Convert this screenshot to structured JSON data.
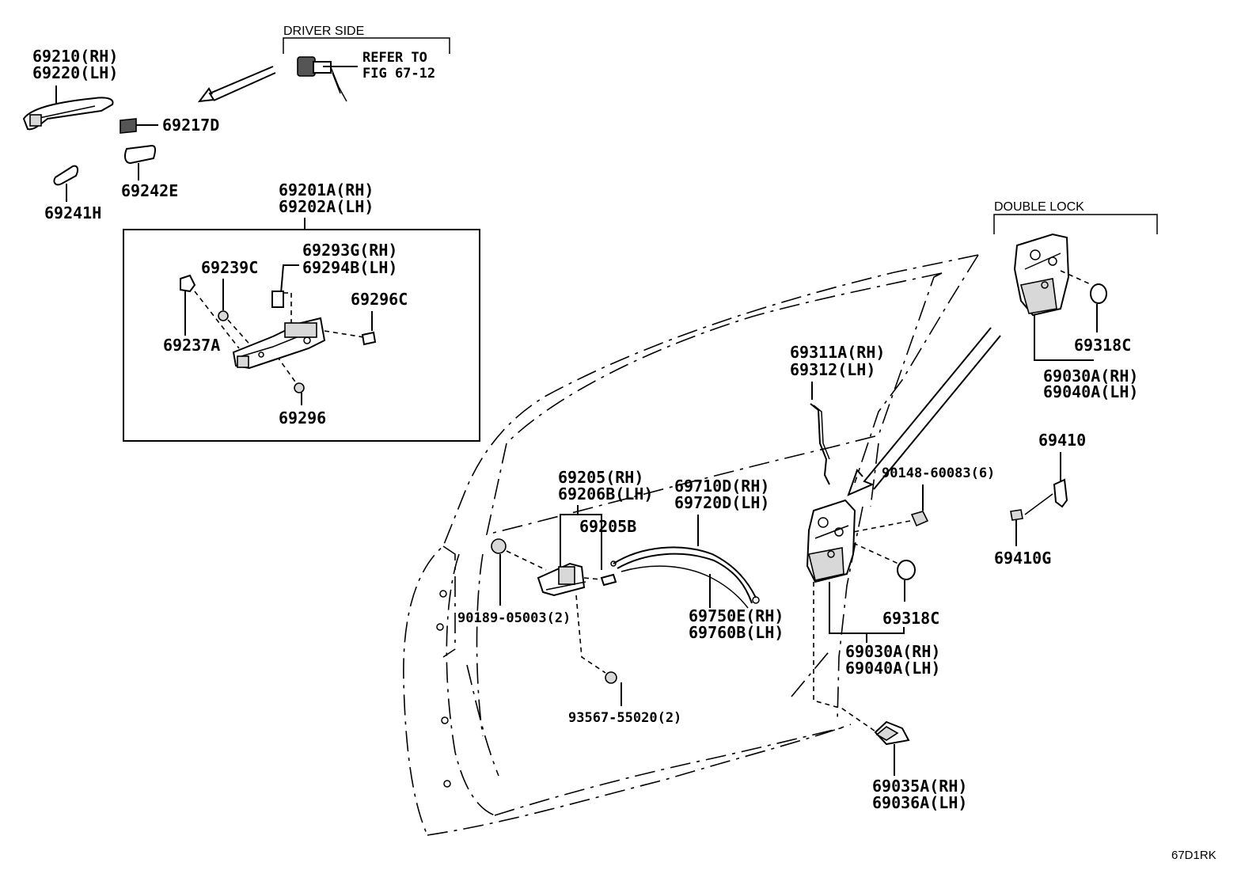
{
  "headers": {
    "driver_side": "DRIVER SIDE",
    "double_lock": "DOUBLE LOCK"
  },
  "refer": {
    "line1": "REFER TO",
    "line2": "FIG 67-12"
  },
  "labels": {
    "p69210": "69210(RH)",
    "p69220": "69220(LH)",
    "p69217D": "69217D",
    "p69242E": "69242E",
    "p69241H": "69241H",
    "p69201A": "69201A(RH)",
    "p69202A": "69202A(LH)",
    "p69293G": "69293G(RH)",
    "p69294B": "69294B(LH)",
    "p69239C": "69239C",
    "p69296C": "69296C",
    "p69237A": "69237A",
    "p69296": "69296",
    "p69311A": "69311A(RH)",
    "p69312": "69312(LH)",
    "p69318C_top": "69318C",
    "p69030A_top": "69030A(RH)",
    "p69040A_top": "69040A(LH)",
    "p69410": "69410",
    "p69410G": "69410G",
    "p90148": "90148-60083(6)",
    "p69205": "69205(RH)",
    "p69206B": "69206B(LH)",
    "p69205B": "69205B",
    "p69710D": "69710D(RH)",
    "p69720D": "69720D(LH)",
    "p90189": "90189-05003(2)",
    "p69750E": "69750E(RH)",
    "p69760B": "69760B(LH)",
    "p69318C_bot": "69318C",
    "p69030A_bot": "69030A(RH)",
    "p69040A_bot": "69040A(LH)",
    "p93567": "93567-55020(2)",
    "p69035A": "69035A(RH)",
    "p69036A": "69036A(LH)"
  },
  "figure_code": "67D1RK"
}
